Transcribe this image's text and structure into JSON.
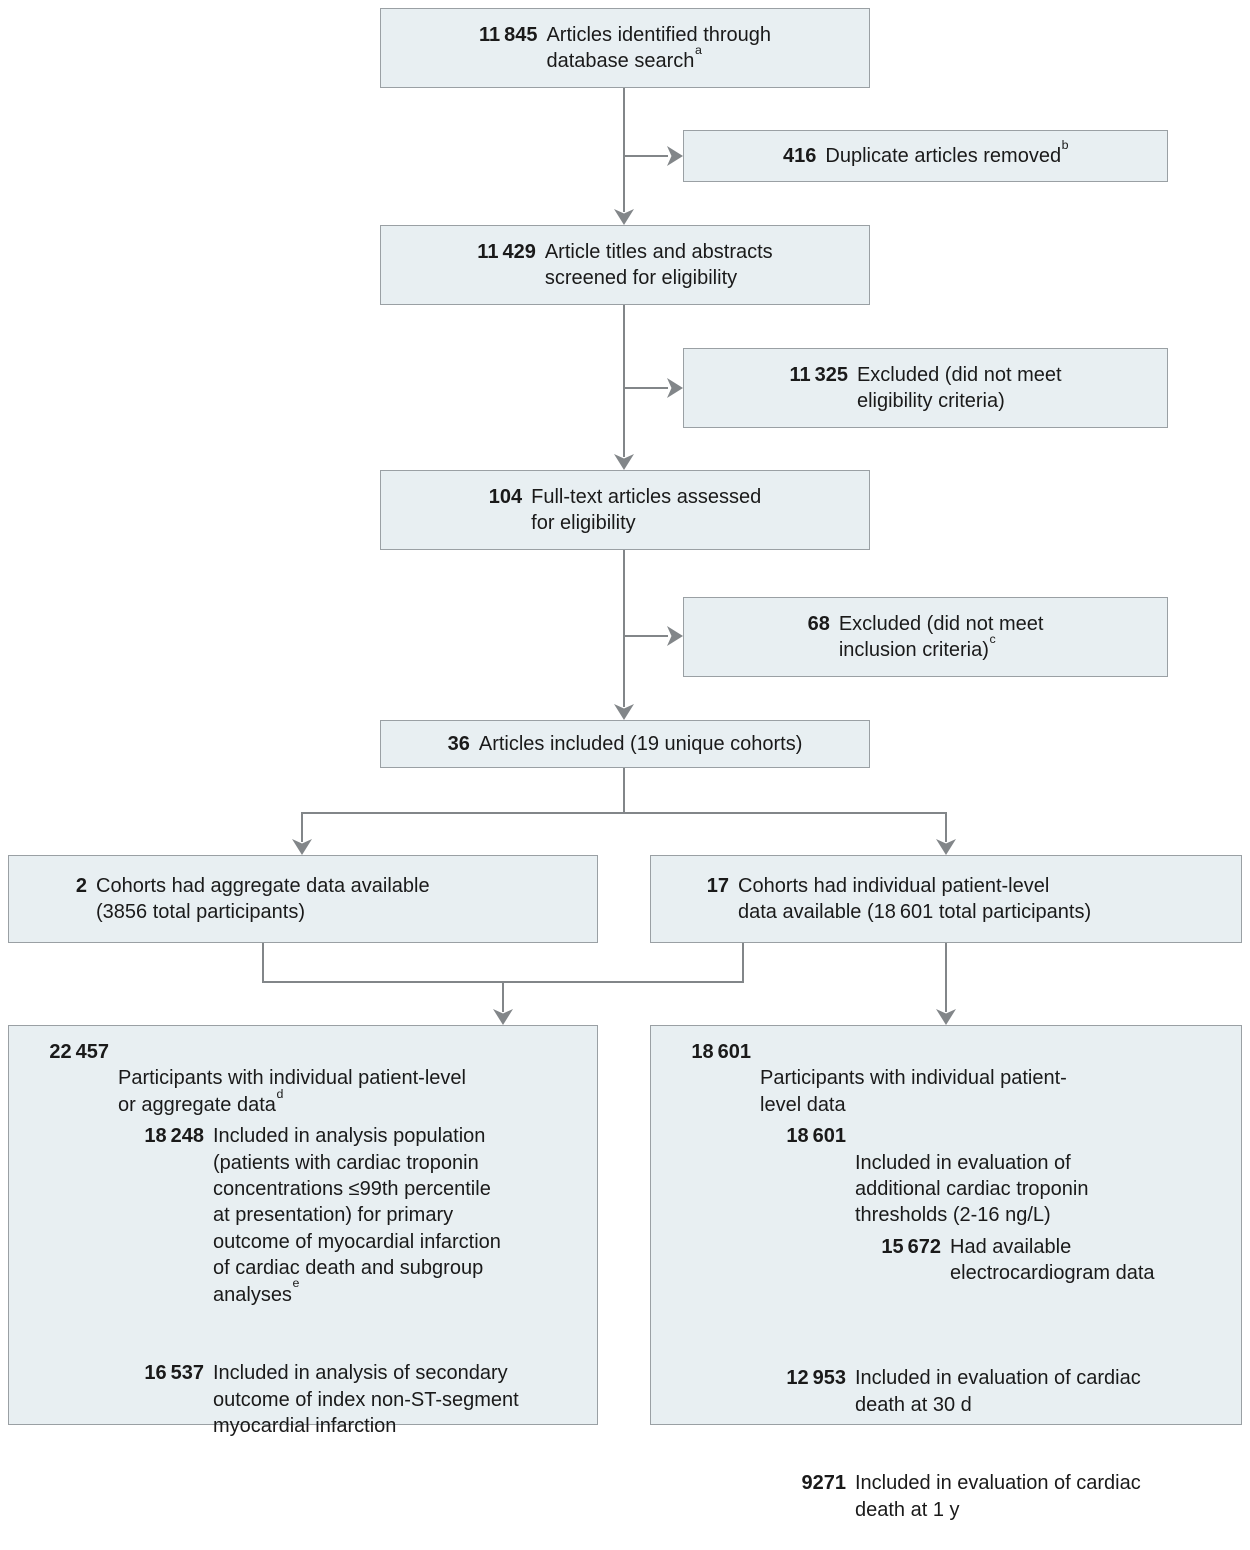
{
  "diagram": {
    "colors": {
      "box_fill": "#e8eff2",
      "box_border": "#9aa0a4",
      "line": "#828689",
      "text": "#1a1a1a"
    },
    "boxes": {
      "identified": {
        "num": "11 845",
        "label": "Articles identified through\ndatabase search",
        "sup": "a"
      },
      "duplicates": {
        "num": "416",
        "label": "Duplicate articles removed",
        "sup": "b"
      },
      "screened": {
        "num": "11 429",
        "label": "Article titles and abstracts\nscreened for eligibility"
      },
      "excluded_screening": {
        "num": "11 325",
        "label": "Excluded (did not meet\neligibility criteria)"
      },
      "fulltext": {
        "num": "104",
        "label": "Full-text articles assessed\nfor eligibility"
      },
      "excluded_fulltext": {
        "num": "68",
        "label": "Excluded (did not meet\ninclusion criteria)",
        "sup": "c"
      },
      "included": {
        "num": "36",
        "label": "Articles included (19 unique cohorts)"
      },
      "aggregate_cohorts": {
        "num": "2",
        "label": "Cohorts had aggregate data available\n(3856 total participants)"
      },
      "ipd_cohorts": {
        "num": "17",
        "label": "Cohorts had individual patient-level\ndata available (18 601 total participants)"
      },
      "pooled": {
        "total": {
          "num": "22 457",
          "label": "Participants with individual patient-level\nor aggregate data",
          "sup": "d"
        },
        "analysis_population": {
          "num": "18 248",
          "label": "Included in analysis population\n(patients with cardiac troponin\nconcentrations ≤99th percentile\nat presentation) for primary\noutcome of myocardial infarction\nof cardiac death and subgroup\nanalyses",
          "sup": "e"
        },
        "secondary_outcome": {
          "num": "16 537",
          "label": "Included in analysis of secondary\noutcome of index non-ST-segment\nmyocardial infarction"
        }
      },
      "ipd_detail": {
        "total": {
          "num": "18 601",
          "label": "Participants with individual patient-\nlevel data"
        },
        "thresholds": {
          "num": "18 601",
          "label": "Included in evaluation of\nadditional cardiac troponin\nthresholds (2-16 ng/L)"
        },
        "ecg": {
          "num": "15 672",
          "label": "Had available\nelectrocardiogram data"
        },
        "cardiac_death_30d": {
          "num": "12 953",
          "label": "Included in evaluation of cardiac\ndeath at 30 d"
        },
        "cardiac_death_1y": {
          "num": "9271",
          "label": "Included in evaluation of cardiac\ndeath at 1 y"
        }
      }
    }
  }
}
